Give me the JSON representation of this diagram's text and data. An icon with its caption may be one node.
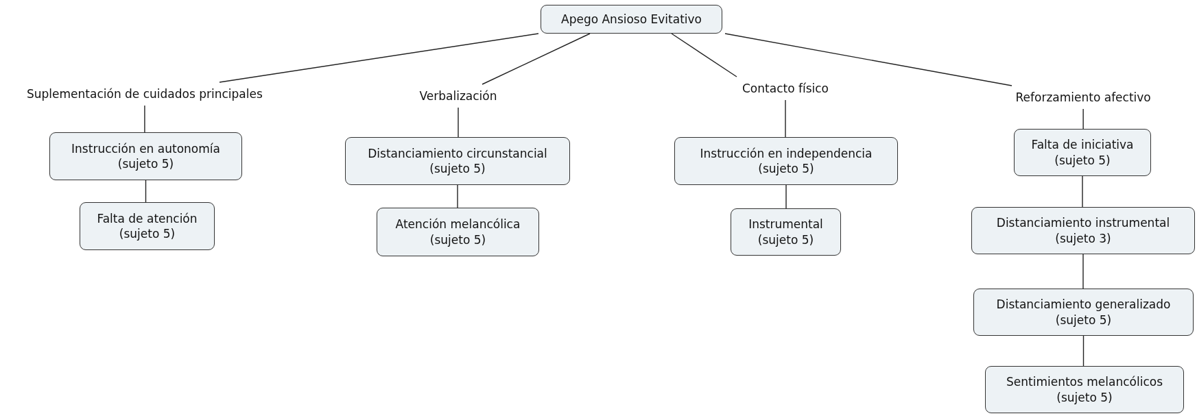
{
  "diagram": {
    "nodes": [
      {
        "text": [
          "Apego Ansioso Evitativo"
        ]
      },
      {
        "text": [
          "Suplementación de cuidados principales"
        ]
      },
      {
        "text": [
          "Instrucción en autonomía (sujeto 5)"
        ]
      },
      {
        "text": [
          "Falta de atención (sujeto 5)"
        ]
      },
      {
        "text": [
          "Verbalización"
        ]
      },
      {
        "text": [
          "Distanciamiento circunstancial (sujeto 5)"
        ]
      },
      {
        "text": [
          "Atención melancólica (sujeto 5)"
        ]
      },
      {
        "text": [
          "Contacto físico"
        ]
      },
      {
        "text": [
          "Instrucción en independencia (sujeto 5)"
        ]
      },
      {
        "text": [
          "Instrumental (sujeto 5)"
        ]
      },
      {
        "text": [
          "Reforzamiento afectivo"
        ]
      },
      {
        "text": [
          "Falta de iniciativa (sujeto 5)"
        ]
      },
      {
        "text": [
          "Distanciamiento instrumental (sujeto 3)"
        ]
      },
      {
        "text": [
          "Distanciamiento generalizado (sujeto 5)"
        ]
      },
      {
        "text": [
          "Sentimientos melancólicos (sujeto 5)"
        ]
      }
    ],
    "edges": [
      {
        "from": 0,
        "to": 1,
        "arrow": "none"
      },
      {
        "from": 0,
        "to": 4,
        "arrow": "none"
      },
      {
        "from": 0,
        "to": 7,
        "arrow": "none"
      },
      {
        "from": 0,
        "to": 10,
        "arrow": "none"
      },
      {
        "from": 1,
        "to": 2,
        "arrow": "none"
      },
      {
        "from": 2,
        "to": 3,
        "arrow": "none"
      },
      {
        "from": 4,
        "to": 5,
        "arrow": "none"
      },
      {
        "from": 5,
        "to": 6,
        "arrow": "none"
      },
      {
        "from": 7,
        "to": 8,
        "arrow": "none"
      },
      {
        "from": 8,
        "to": 9,
        "arrow": "none"
      },
      {
        "from": 10,
        "to": 11,
        "arrow": "none"
      },
      {
        "from": 11,
        "to": 12,
        "arrow": "none"
      },
      {
        "from": 12,
        "to": 13,
        "arrow": "none"
      },
      {
        "from": 13,
        "to": 14,
        "arrow": "none"
      }
    ]
  }
}
